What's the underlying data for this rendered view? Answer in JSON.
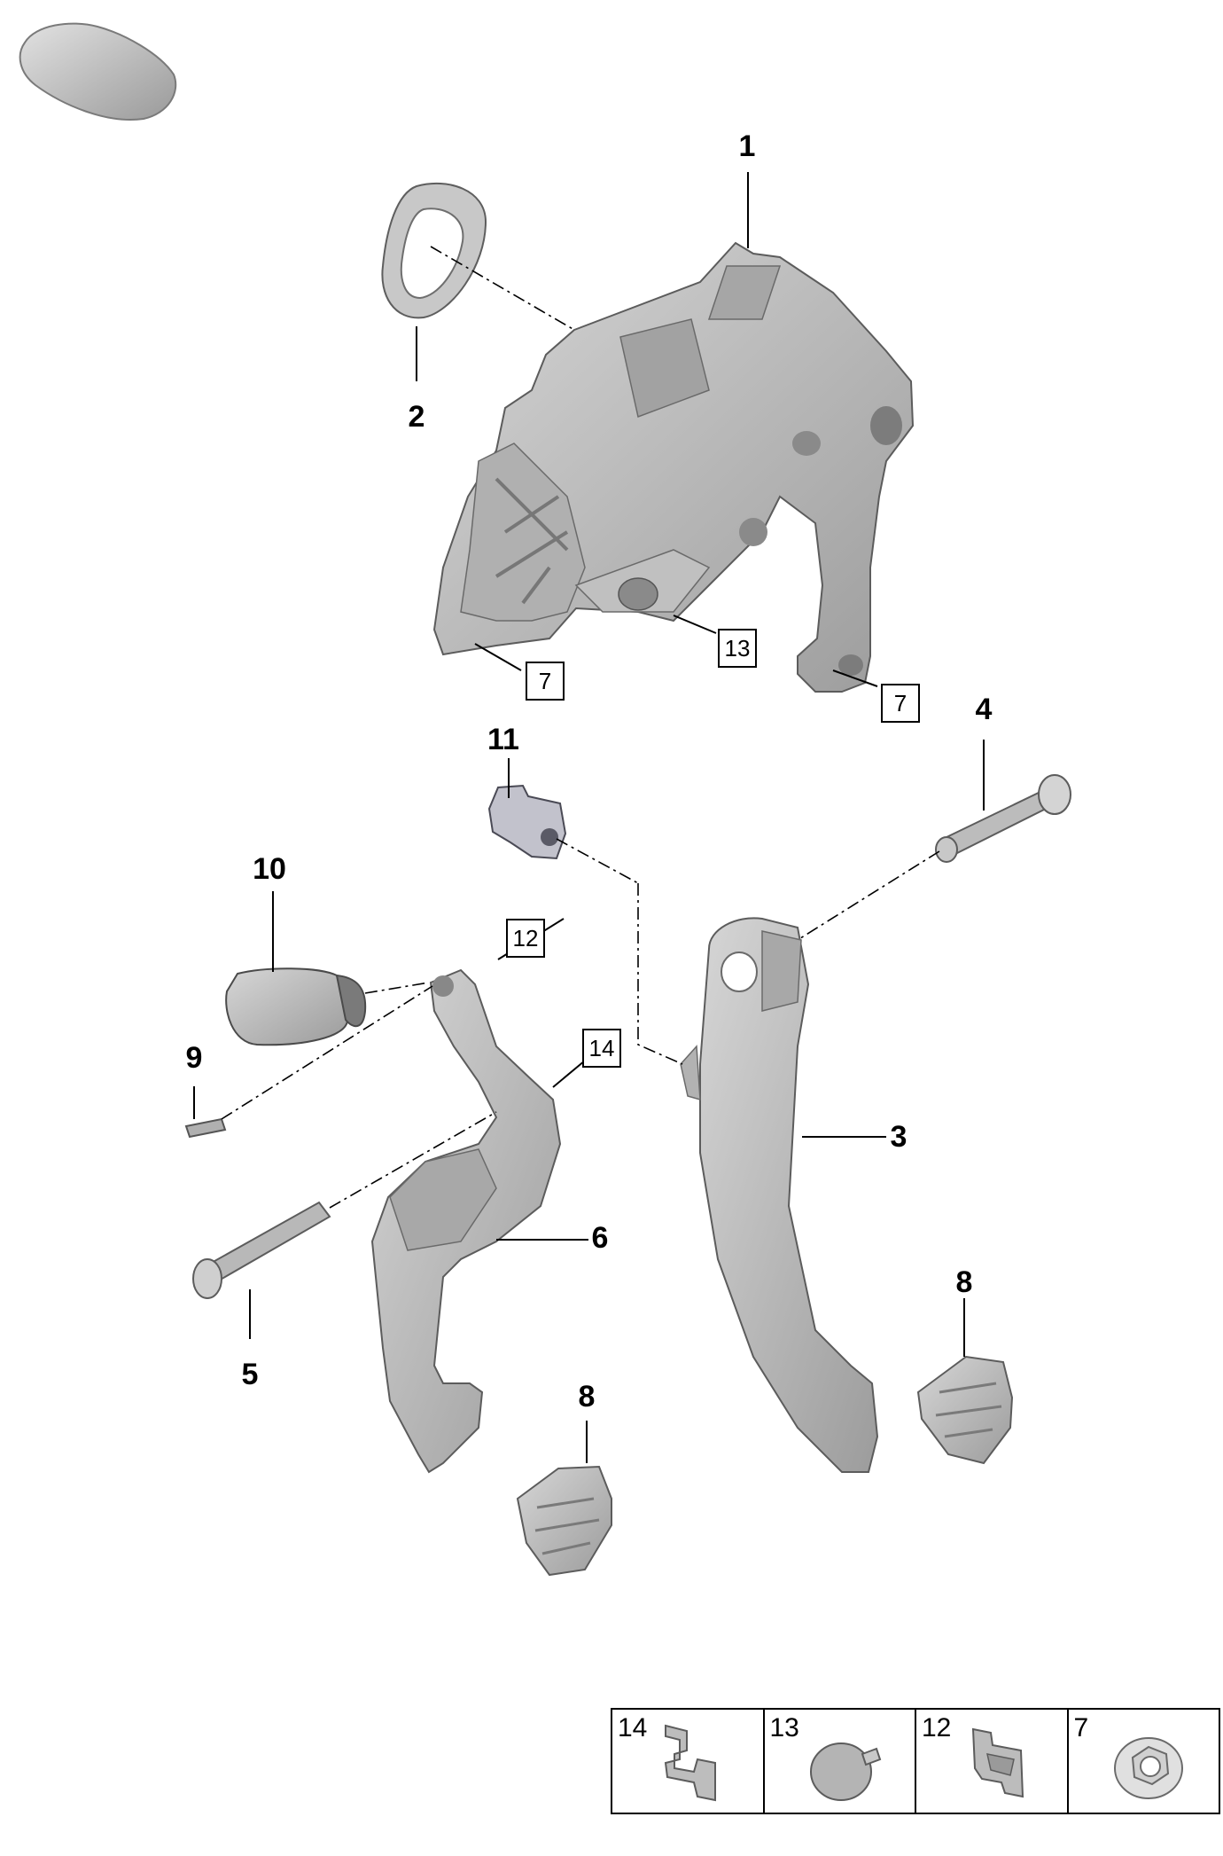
{
  "callouts": {
    "c1": "1",
    "c2": "2",
    "c3": "3",
    "c4": "4",
    "c5": "5",
    "c6": "6",
    "c8a": "8",
    "c8b": "8",
    "c9": "9",
    "c10": "10",
    "c11": "11"
  },
  "boxed_refs": {
    "b7a": "7",
    "b7b": "7",
    "b12": "12",
    "b13": "13",
    "b14": "14"
  },
  "legend": {
    "items": [
      {
        "number": "14",
        "icon": "retaining-clip-icon"
      },
      {
        "number": "13",
        "icon": "mushroom-rivet-icon"
      },
      {
        "number": "12",
        "icon": "spring-clip-icon"
      },
      {
        "number": "7",
        "icon": "flange-nut-icon"
      }
    ]
  },
  "colors": {
    "part_fill": "#b9b9b9",
    "part_dark": "#8e8e8e",
    "part_light": "#d9d9d9",
    "line": "#000000"
  }
}
